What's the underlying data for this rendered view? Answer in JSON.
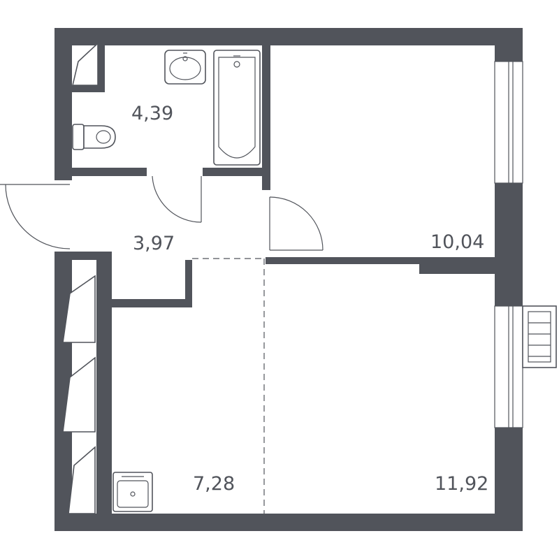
{
  "colors": {
    "wall": "#51545b",
    "background": "#ffffff"
  },
  "rooms": [
    {
      "id": "bathroom",
      "area": "4,39"
    },
    {
      "id": "hallway",
      "area": "3,97"
    },
    {
      "id": "bedroom",
      "area": "10,04"
    },
    {
      "id": "kitchen",
      "area": "7,28"
    },
    {
      "id": "living-room",
      "area": "11,92"
    }
  ]
}
